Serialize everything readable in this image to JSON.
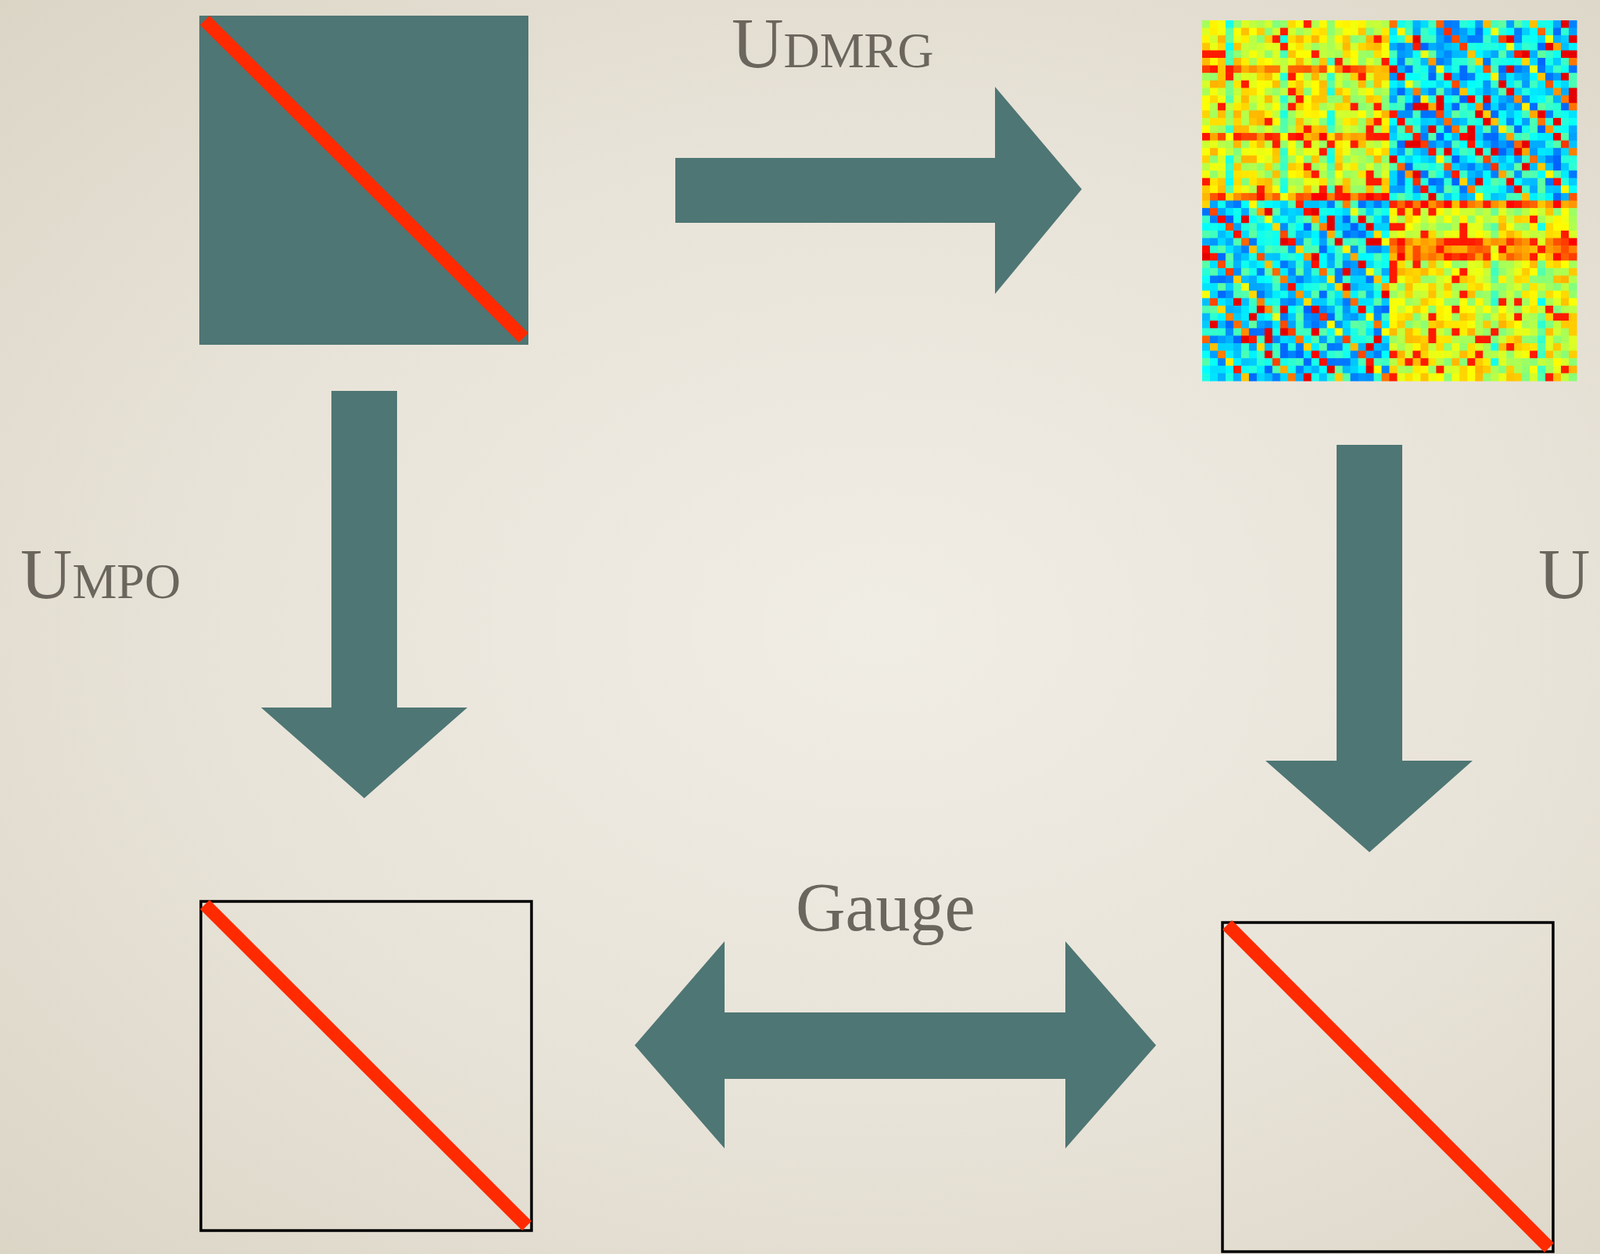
{
  "diagram": {
    "labels": [
      "U",
      "DMRG",
      "U",
      "MPO",
      "U",
      "Gauge"
    ]
  }
}
